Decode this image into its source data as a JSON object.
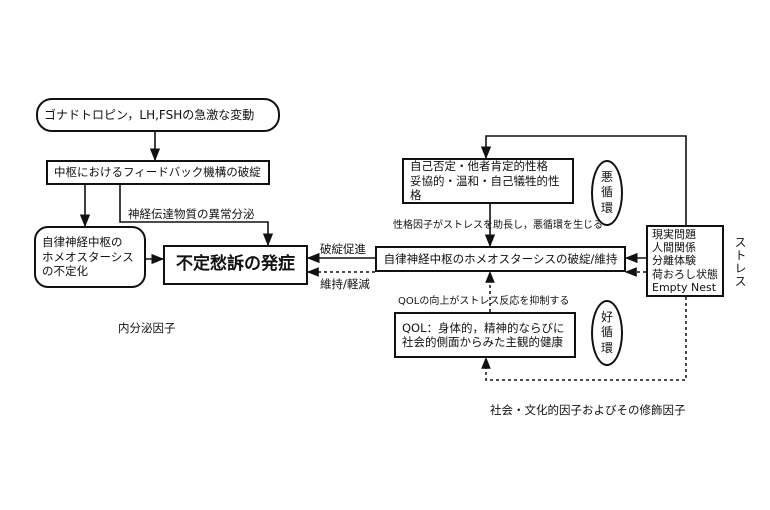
{
  "boxes": {
    "gonadotropin": "ゴナドトロピン，LH,FSHの急激な変動",
    "feedback": "中枢におけるフィードバック機構の破綻",
    "autonomic_unstable": [
      "自律神経中枢の",
      "ホメオスターシス",
      "の不定化"
    ],
    "indefinite_complaint": "不定愁訴の発症",
    "homeostasis_main": "自律神経中枢のホメオスターシスの破綻/維持",
    "personality": [
      "自己否定・他者肯定的性格",
      "妥協的・温和・自己犠牲的性格"
    ],
    "qol": [
      "QOL：身体的，精神的ならびに",
      "社会的側面からみた主観的健康"
    ],
    "stress_sources": [
      "現実問題",
      "人間関係",
      "分離体験",
      "荷おろし状態",
      "Empty Nest"
    ]
  },
  "labels": {
    "neurotransmitter": "神経伝達物質の異常分泌",
    "breakdown_promote": "破綻促進",
    "maintain_reduce": "維持/軽減",
    "personality_effect": "性格因子がストレスを助長し，悪循環を生じる",
    "qol_effect": "QOLの向上がストレス反応を抑制する",
    "stress": "ストレス",
    "endocrine_factor": "内分泌因子",
    "social_factor": "社会・文化的因子およびその修飾因子"
  },
  "cycles": {
    "vicious": [
      "悪",
      "循",
      "環"
    ],
    "virtuous": [
      "好",
      "循",
      "環"
    ]
  }
}
